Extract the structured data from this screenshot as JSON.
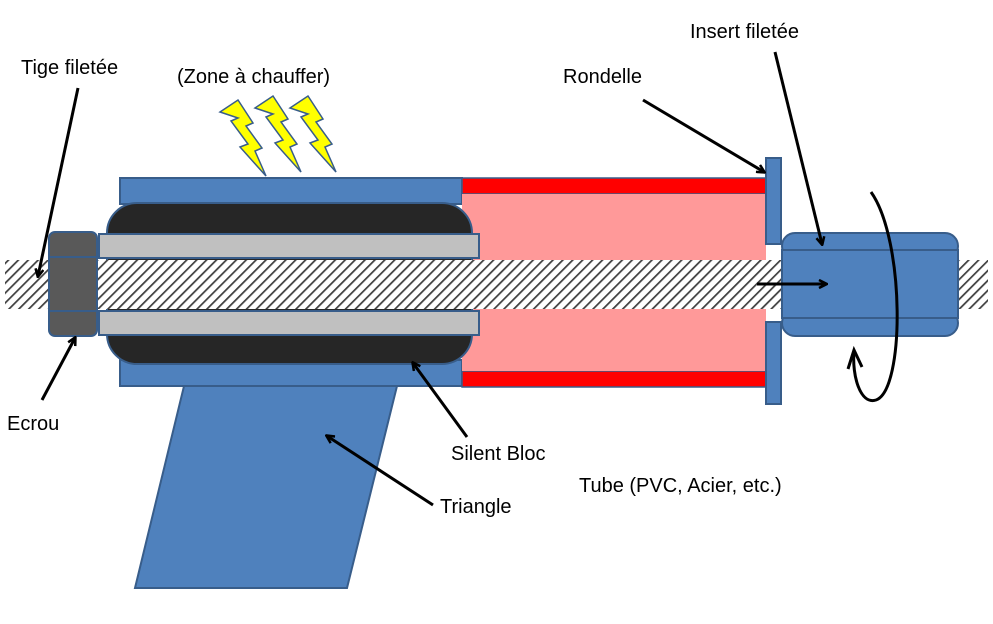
{
  "labels": {
    "tige": "Tige filetée",
    "zone": "(Zone à chauffer)",
    "rondelle": "Rondelle",
    "insert": "Insert filetée",
    "ecrou": "Ecrou",
    "silent_bloc": "Silent Bloc",
    "tube": "Tube (PVC, Acier, etc.)",
    "triangle": "Triangle"
  },
  "colors": {
    "steel_blue": "#4f81bd",
    "outline": "#385d8a",
    "rubber": "#262626",
    "sleeve": "#c0c0c0",
    "tube_fill": "#ff9999",
    "tube_wall": "#ff0000",
    "nut": "#595959",
    "lightning": "#ffff00"
  },
  "icons": {
    "heat": "lightning-bolt-icon"
  }
}
